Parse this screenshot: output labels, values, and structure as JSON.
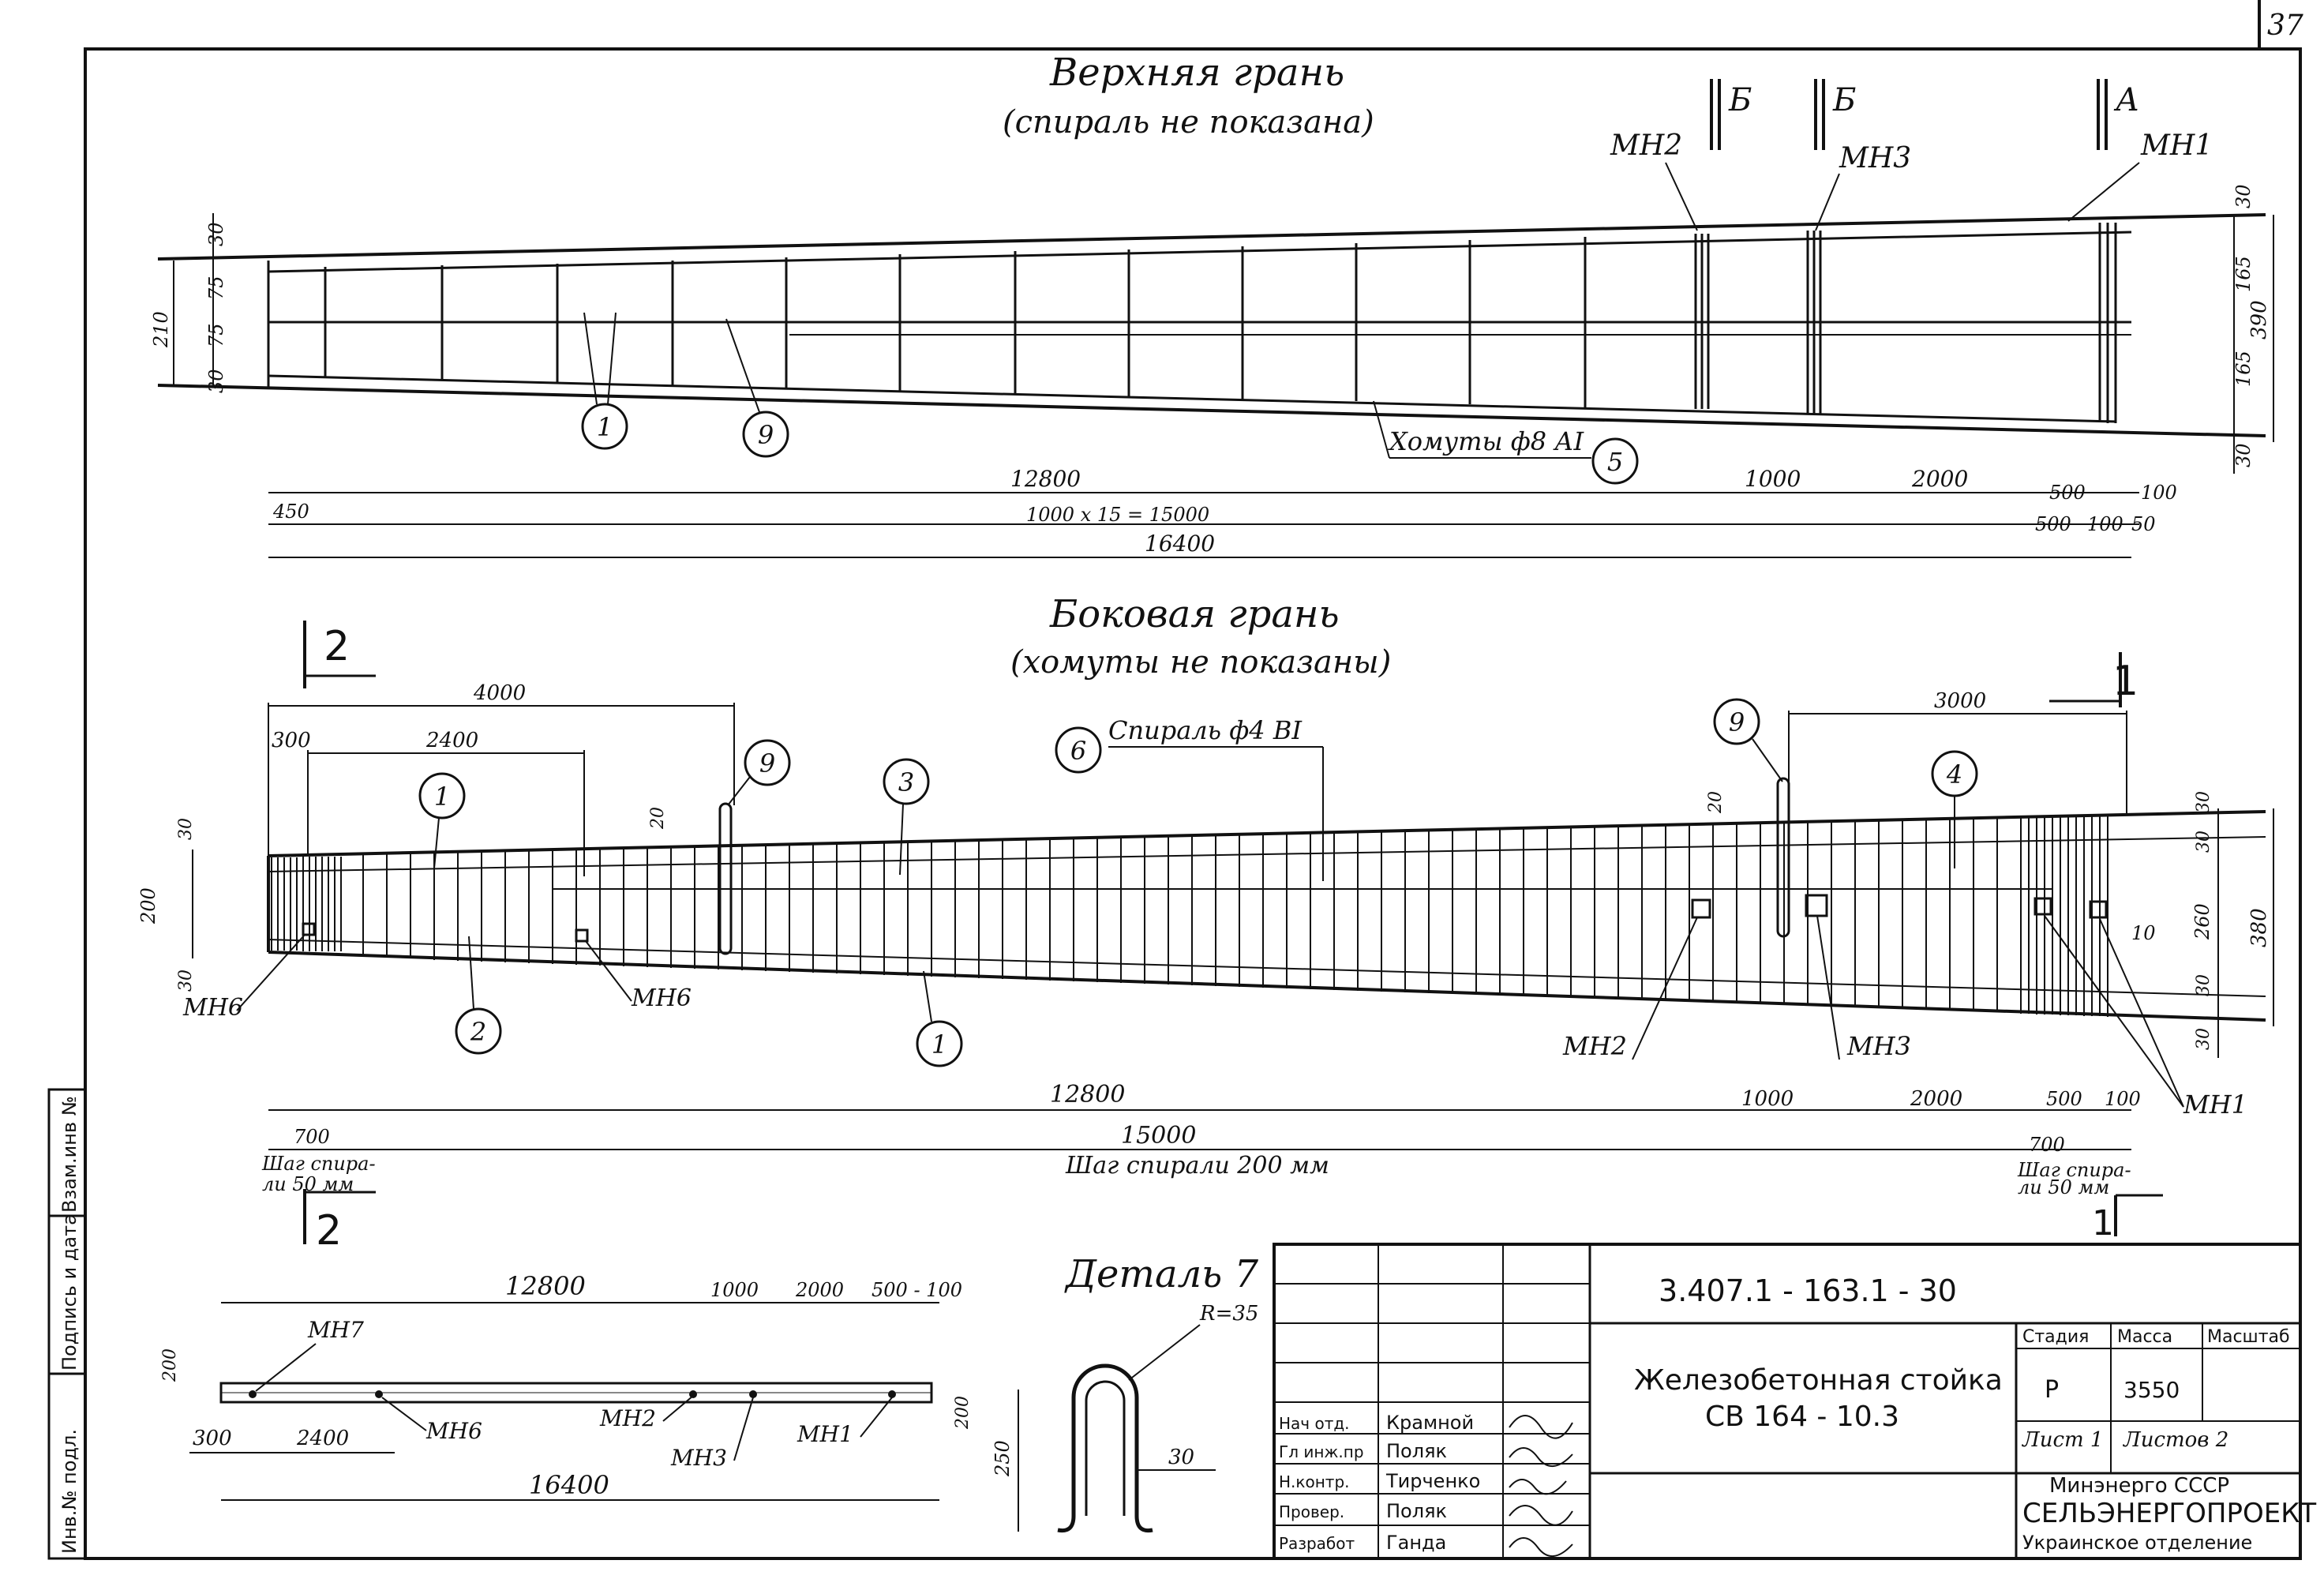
{
  "sheet_number": "37",
  "top_view": {
    "title": "Верхняя грань",
    "subtitle": "(спираль не показана)",
    "section_marks": [
      "Б",
      "Б",
      "А"
    ],
    "part_labels": [
      "МН2",
      "МН3",
      "МН1"
    ],
    "callouts": [
      "1",
      "9",
      "5"
    ],
    "stirrup_note": "Хомуты ф8 АI",
    "dims_left": [
      "30",
      "210",
      "75",
      "75",
      "30"
    ],
    "dims_right": [
      "30",
      "165",
      "165",
      "30",
      "390"
    ],
    "dim_12800": "12800",
    "dim_1000": "1000",
    "dim_2000": "2000",
    "dim_500": "500",
    "dim_100": "100",
    "dim_450": "450",
    "dim_15000": "1000 х 15 = 15000",
    "dim_500b": "500",
    "dim_100b": "100",
    "dim_50": "50",
    "dim_16400": "16400"
  },
  "side_view": {
    "title": "Боковая грань",
    "subtitle": "(хомуты не показаны)",
    "section_2": "2",
    "section_1": "1",
    "callouts": [
      "1",
      "2",
      "3",
      "4",
      "6",
      "9",
      "9",
      "1"
    ],
    "spiral_note": "Спираль ф4 ВI",
    "dim_4000": "4000",
    "dim_300": "300",
    "dim_2400": "2400",
    "dim_3000": "3000",
    "dim_20a": "20",
    "dim_20b": "20",
    "dims_left": [
      "30",
      "200",
      "30"
    ],
    "dims_right": [
      "30",
      "30",
      "260",
      "30",
      "30",
      "380"
    ],
    "dim_10": "10",
    "parts": [
      "МН6",
      "МН6",
      "МН2",
      "МН3",
      "МН1"
    ],
    "dim_12800": "12800",
    "dim_1000": "1000",
    "dim_2000": "2000",
    "dim_500": "500",
    "dim_100": "100",
    "dim_700a": "700",
    "dim_15000": "15000",
    "dim_700b": "700",
    "pitch_left": "Шаг спира-",
    "pitch_left2": "ли 50 мм",
    "pitch_mid": "Шаг спирали 200 мм",
    "pitch_right": "Шаг спира-",
    "pitch_right2": "ли 50 мм"
  },
  "plan": {
    "dim_12800": "12800",
    "dim_1000": "1000",
    "dim_2000": "2000",
    "dim_500_100": "500 - 100",
    "dim_200a": "200",
    "dim_200b": "200",
    "dim_300": "300",
    "dim_2400": "2400",
    "dim_16400": "16400",
    "parts": [
      "МН7",
      "МН6",
      "МН2",
      "МН3",
      "МН1"
    ]
  },
  "detail": {
    "title": "Деталь 7",
    "radius": "R=35",
    "dim_250": "250",
    "dim_30": "30"
  },
  "title_block": {
    "doc_code": "3.407.1 - 163.1 - 30",
    "name_line1": "Железобетонная стойка",
    "name_line2": "СВ 164 - 10.3",
    "col_stage": "Стадия",
    "col_mass": "Масса",
    "col_scale": "Масштаб",
    "stage": "Р",
    "mass": "3550",
    "sheet": "Лист 1",
    "sheets": "Листов 2",
    "org1": "Минэнерго СССР",
    "org2": "СЕЛЬЭНЕРГОПРОЕКТ",
    "org3": "Украинское отделение",
    "roles": [
      {
        "role": "Нач отд.",
        "name": "Крамной"
      },
      {
        "role": "Гл инж.пр",
        "name": "Поляк"
      },
      {
        "role": "Н.контр.",
        "name": "Тирченко"
      },
      {
        "role": "Провер.",
        "name": "Поляк"
      },
      {
        "role": "Разработ",
        "name": "Ганда"
      }
    ]
  },
  "margin_stamp": {
    "inv_no": "Инв.№ подл.",
    "signature_date": "Подпись и дата",
    "replace_inv": "Взам.инв №"
  }
}
